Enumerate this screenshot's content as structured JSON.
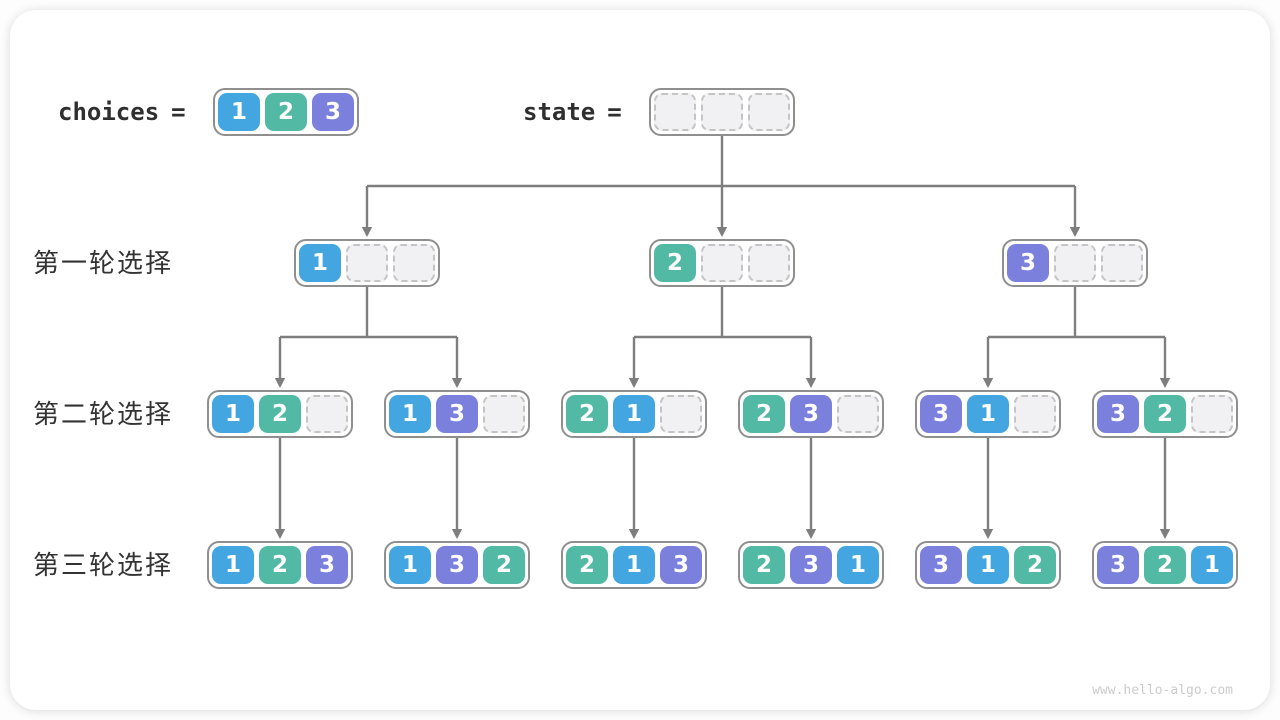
{
  "palette": {
    "1": "#43A6E1",
    "2": "#52B9A5",
    "3": "#7A80DC"
  },
  "colors": {
    "connector": "#7E7E7E",
    "box_border": "#8F8F8F",
    "empty_cell_bg": "#F1F1F3",
    "empty_cell_border": "#C4C4C4",
    "label_text": "#333333",
    "watermark_text": "#CBCBCB"
  },
  "header": {
    "choices_label": "choices",
    "state_label": "state",
    "equals": "=",
    "choices_values": [
      1,
      2,
      3
    ],
    "state_values": [
      null,
      null,
      null
    ]
  },
  "rows": [
    {
      "label": "第一轮选择",
      "nodes": [
        [
          1,
          null,
          null
        ],
        [
          2,
          null,
          null
        ],
        [
          3,
          null,
          null
        ]
      ]
    },
    {
      "label": "第二轮选择",
      "nodes": [
        [
          1,
          2,
          null
        ],
        [
          1,
          3,
          null
        ],
        [
          2,
          1,
          null
        ],
        [
          2,
          3,
          null
        ],
        [
          3,
          1,
          null
        ],
        [
          3,
          2,
          null
        ]
      ]
    },
    {
      "label": "第三轮选择",
      "nodes": [
        [
          1,
          2,
          3
        ],
        [
          1,
          3,
          2
        ],
        [
          2,
          1,
          3
        ],
        [
          2,
          3,
          1
        ],
        [
          3,
          1,
          2
        ],
        [
          3,
          2,
          1
        ]
      ]
    }
  ],
  "watermark": "www.hello-algo.com"
}
